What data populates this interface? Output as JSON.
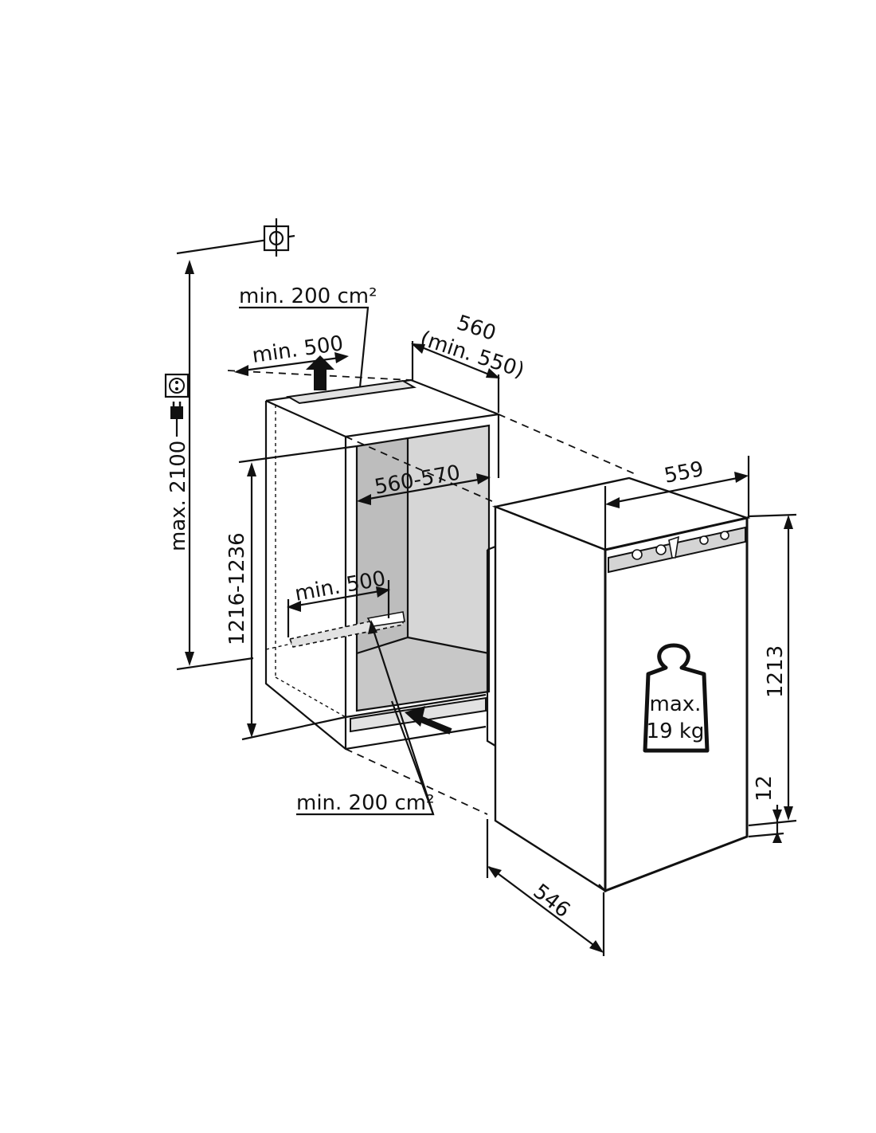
{
  "labels": {
    "vent_top_area": "min. 200 cm²",
    "vent_top_width": "min. 500",
    "niche_depth_main": "560",
    "niche_depth_min": "(min. 550)",
    "niche_width": "560-570",
    "niche_height": "1216-1236",
    "max_height": "max. 2100",
    "vent_bottom_width": "min. 500",
    "vent_bottom_area": "min. 200 cm²",
    "appliance_width": "559",
    "appliance_height": "1213",
    "appliance_depth": "546",
    "plinth_gap": "12",
    "weight_line1": "max.",
    "weight_line2": "19 kg"
  },
  "icons": [
    "electrical-outlet-icon",
    "power-plug-icon",
    "water-connection-icon",
    "weight-icon",
    "airflow-arrow-icon"
  ],
  "colors": {
    "ink": "#111111",
    "niche_interior": "#d4d4d4",
    "niche_side": "#bdbdbd",
    "appliance_body": "#ffffff",
    "vent_grille": "#e2e2e2"
  }
}
